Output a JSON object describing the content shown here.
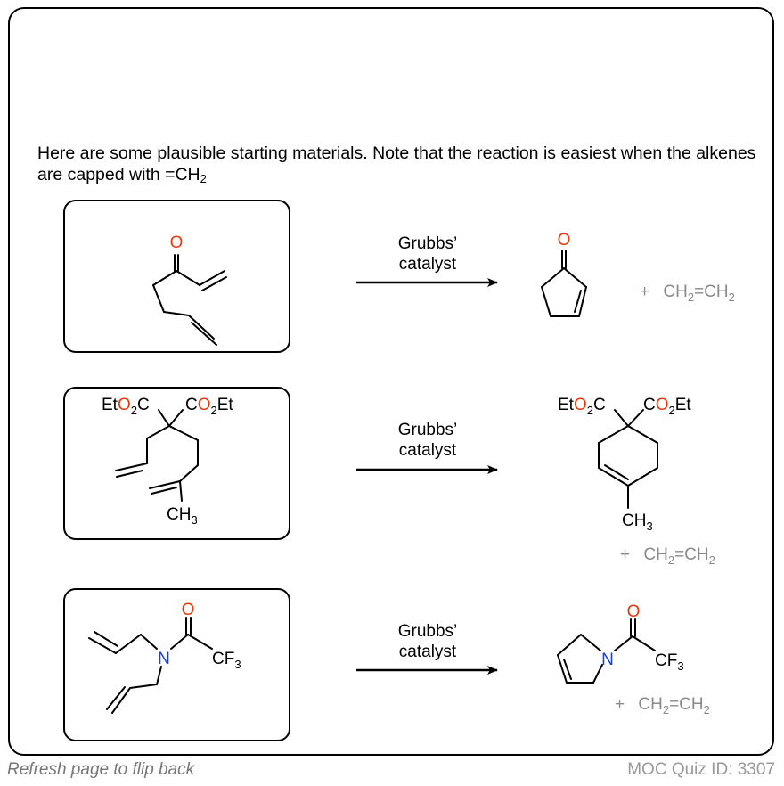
{
  "intro": {
    "text": "Here are some plausible starting materials. Note that the reaction is easiest when the alkenes are capped with =CH",
    "subscript": "2"
  },
  "reactions": [
    {
      "arrow_label_line1": "Grubbs’",
      "arrow_label_line2": "catalyst",
      "reactant_atoms": [
        "O"
      ],
      "product_atoms": [
        "O"
      ],
      "byproduct": {
        "plus": "+",
        "left": "CH",
        "sub": "2",
        "mid": "=CH",
        "sub2": "2"
      }
    },
    {
      "arrow_label_line1": "Grubbs’",
      "arrow_label_line2": "catalyst",
      "reactant_atoms": [
        "Et",
        "O",
        "2",
        "C",
        "C",
        "O",
        "2",
        "Et",
        "CH",
        "3"
      ],
      "product_atoms": [
        "Et",
        "O",
        "2",
        "C",
        "C",
        "O",
        "2",
        "Et",
        "CH",
        "3"
      ],
      "byproduct": {
        "plus": "+",
        "left": "CH",
        "sub": "2",
        "mid": "=CH",
        "sub2": "2"
      }
    },
    {
      "arrow_label_line1": "Grubbs’",
      "arrow_label_line2": "catalyst",
      "reactant_atoms": [
        "O",
        "N",
        "CF",
        "3"
      ],
      "product_atoms": [
        "O",
        "N",
        "CF",
        "3"
      ],
      "byproduct": {
        "plus": "+",
        "left": "CH",
        "sub": "2",
        "mid": "=CH",
        "sub2": "2"
      }
    }
  ],
  "footer": {
    "left": "Refresh page to flip back",
    "right": "MOC Quiz ID: 3307"
  },
  "colors": {
    "oxygen": "#e8380d",
    "nitrogen": "#1a3fe0",
    "byproduct": "#8a8a8a",
    "footer": "#777777"
  }
}
